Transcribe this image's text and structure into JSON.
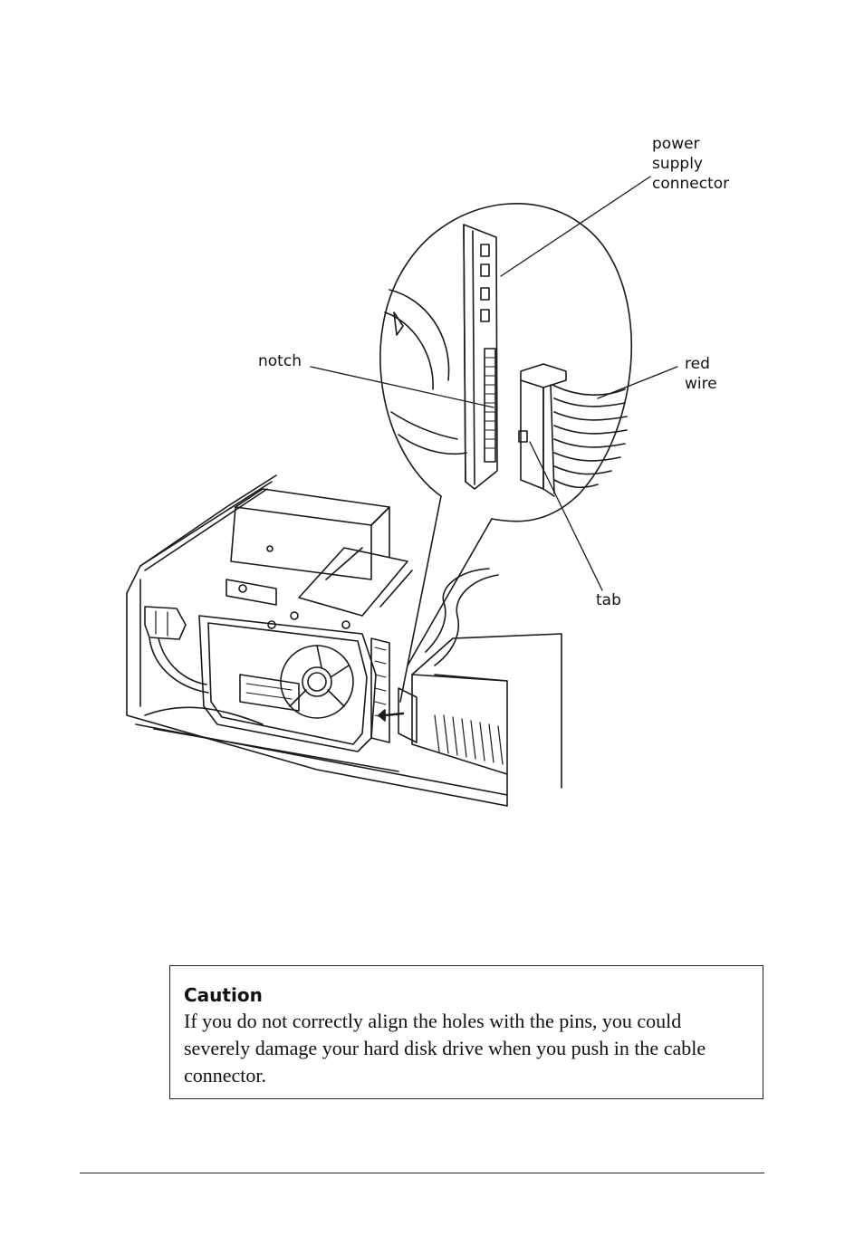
{
  "figure": {
    "labels": {
      "power_supply_connector": "power\nsupply\nconnector",
      "notch": "notch",
      "red_wire": "red\nwire",
      "tab": "tab"
    }
  },
  "caution": {
    "title": "Caution",
    "text": "If you do not correctly align the holes with the pins, you could severely damage your hard disk drive when you push in the cable connector."
  }
}
